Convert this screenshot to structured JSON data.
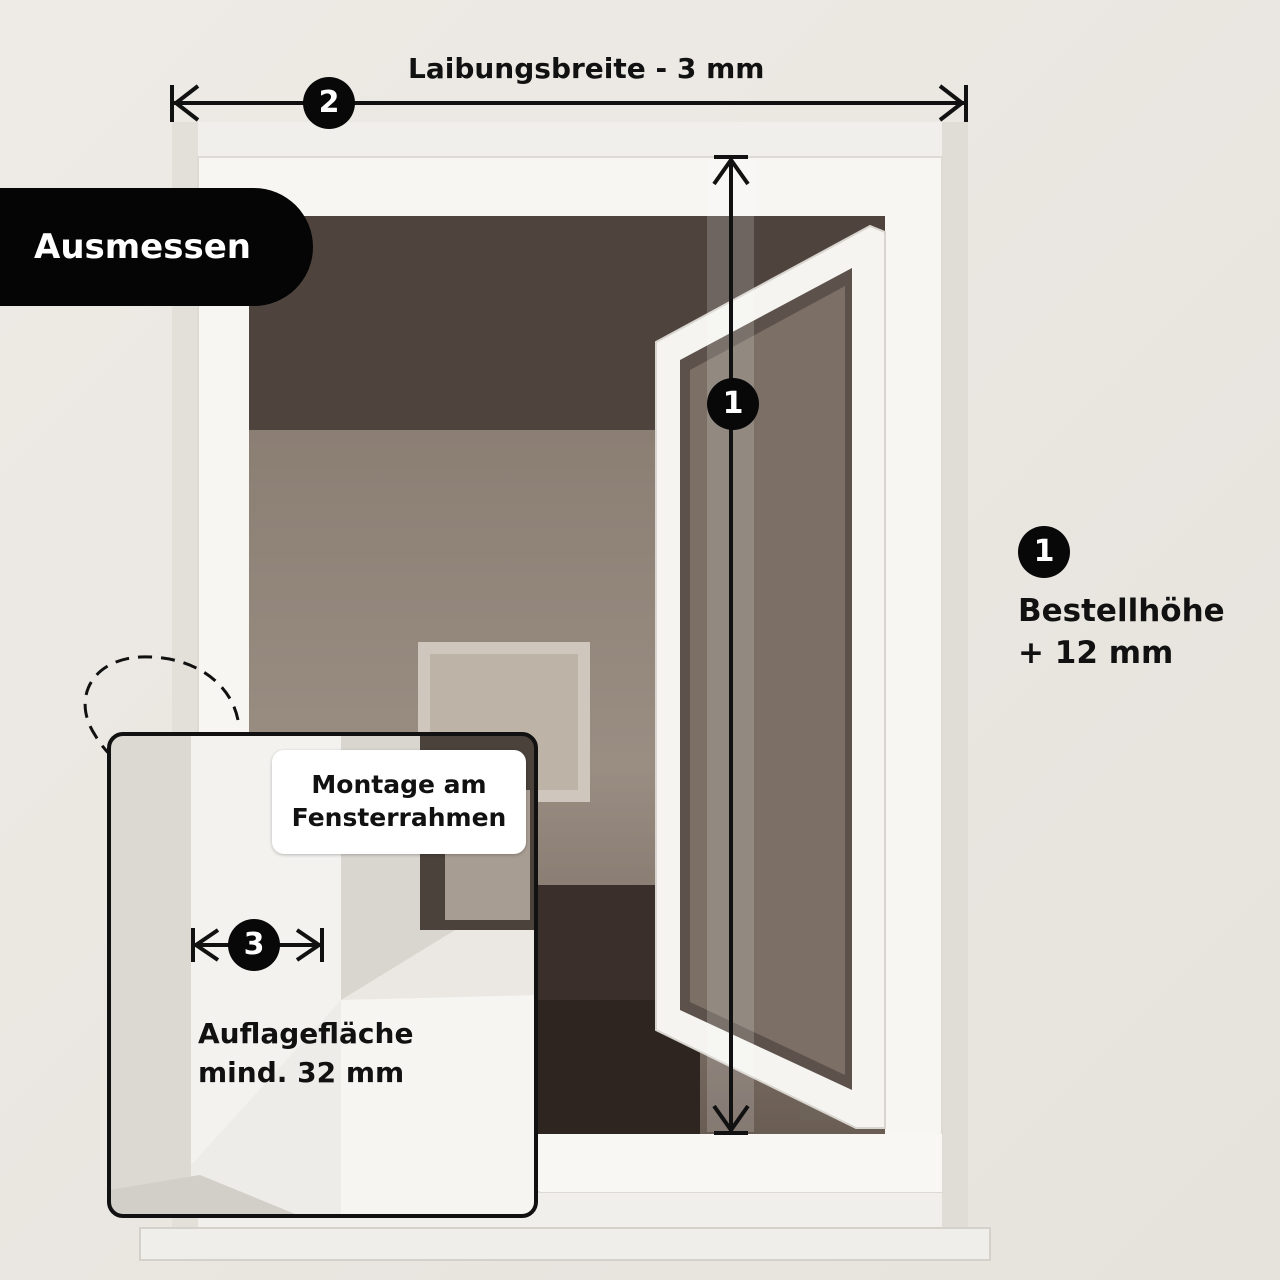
{
  "title": "Ausmessen",
  "annotations": {
    "width_label": "Laibungsbreite - 3 mm",
    "width_badge": "2",
    "height_badge": "1",
    "order_badge": "1",
    "order_height_line1": "Bestellhöhe",
    "order_height_line2": "+ 12 mm",
    "depth_badge": "3",
    "depth_line1": "Auflagefläche",
    "depth_line2": "mind. 32 mm"
  },
  "inset": {
    "tag_line1": "Montage am",
    "tag_line2": "Fensterrahmen"
  },
  "colors": {
    "wall": "#ece9e4",
    "frame": "#f6f5f2",
    "interior_dark": "#4a403a",
    "badge": "#080808",
    "text": "#111111"
  }
}
